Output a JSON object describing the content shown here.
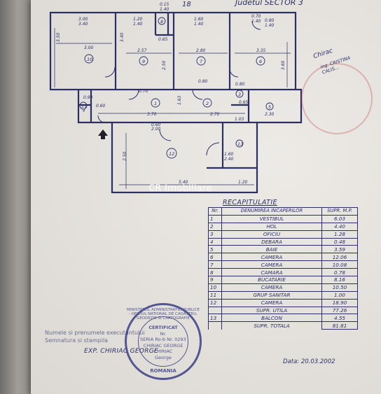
{
  "header": {
    "county_text": "Judetul    SECTOR 3",
    "page_mark": "18"
  },
  "watermark": "CR Imobiliare",
  "plan": {
    "dims_top": [
      "3.00",
      "3.40",
      "1.20",
      "1.40",
      "1.60",
      "1.40",
      "0.70",
      "0.80",
      "1.40",
      "1.40",
      "0.15",
      "1.40"
    ],
    "room_numbers": [
      "1",
      "2",
      "3",
      "4",
      "5",
      "6",
      "7",
      "8",
      "9",
      "10",
      "11",
      "12",
      "13"
    ],
    "dims": [
      "3.50",
      "3.00",
      "2.57",
      "2.80",
      "3.35",
      "3.60",
      "2.50",
      "3.40",
      "3.70",
      "2.70",
      "2.30",
      "0.65",
      "0.65",
      "0.70",
      "0.80",
      "0.80",
      "0.90",
      "0.60",
      "1.03",
      "1.63",
      "2.00",
      "0.60",
      "1.60",
      "2.40",
      "5.40",
      "1.20",
      "2.50"
    ]
  },
  "signature": {
    "name": "Chirac",
    "title": "ing. CRISTINA",
    "surname": "CALIS..."
  },
  "recap": {
    "title": "RECAPITULATIE",
    "headers": {
      "nr": "Nr.",
      "name": "DENUMIREA INCAPERILOR",
      "area": "SUPR. M.P."
    },
    "rows": [
      {
        "nr": "1",
        "name": "VESTIBUL",
        "area": "6.03"
      },
      {
        "nr": "2",
        "name": "HOL",
        "area": "4.40"
      },
      {
        "nr": "3",
        "name": "OFICIU",
        "area": "1.28"
      },
      {
        "nr": "4",
        "name": "DEBARA",
        "area": "0.48"
      },
      {
        "nr": "5",
        "name": "BAIE",
        "area": "3.59"
      },
      {
        "nr": "6",
        "name": "CAMERA",
        "area": "12.06"
      },
      {
        "nr": "7",
        "name": "CAMERA",
        "area": "10.08"
      },
      {
        "nr": "8",
        "name": "CAMARA",
        "area": "0.78"
      },
      {
        "nr": "9",
        "name": "BUCATARIE",
        "area": "8.16"
      },
      {
        "nr": "10",
        "name": "CAMERA",
        "area": "10.50"
      },
      {
        "nr": "11",
        "name": "GRUP SANITAR",
        "area": "1.00"
      },
      {
        "nr": "12",
        "name": "CAMERA",
        "area": "18.90"
      },
      {
        "nr": "",
        "name": "SUPR. UTILA",
        "area": "77.26"
      },
      {
        "nr": "13",
        "name": "BALCON",
        "area": "4.55"
      },
      {
        "nr": "",
        "name": "SUPR. TOTALA",
        "area": "81.81"
      }
    ]
  },
  "notes": {
    "line1": "Numele si prenumele executantului",
    "line2": "Semnatura si stampila"
  },
  "expert": "EXP. CHIRIAC GEORGE",
  "date": "Data: 20.03.2002",
  "stamp": {
    "ring": "MINISTERUL ADMINISTRATIEI PUBLICE - OFICIUL NATIONAL DE CADASTRU, GEODEZIE SI CARTOGRAFIE",
    "line1": "CERTIFICAT",
    "line2": "Nr.",
    "line3": "SERIA Ro-b Nr. 0293",
    "line4": "CHIRIAC GEORGE",
    "line5": "CHIRIAC",
    "line6": "George",
    "country": "ROMANIA"
  },
  "colors": {
    "ink": "#2b2f66",
    "paper": "#e9e6e1",
    "stamp": "#3b3f86"
  }
}
